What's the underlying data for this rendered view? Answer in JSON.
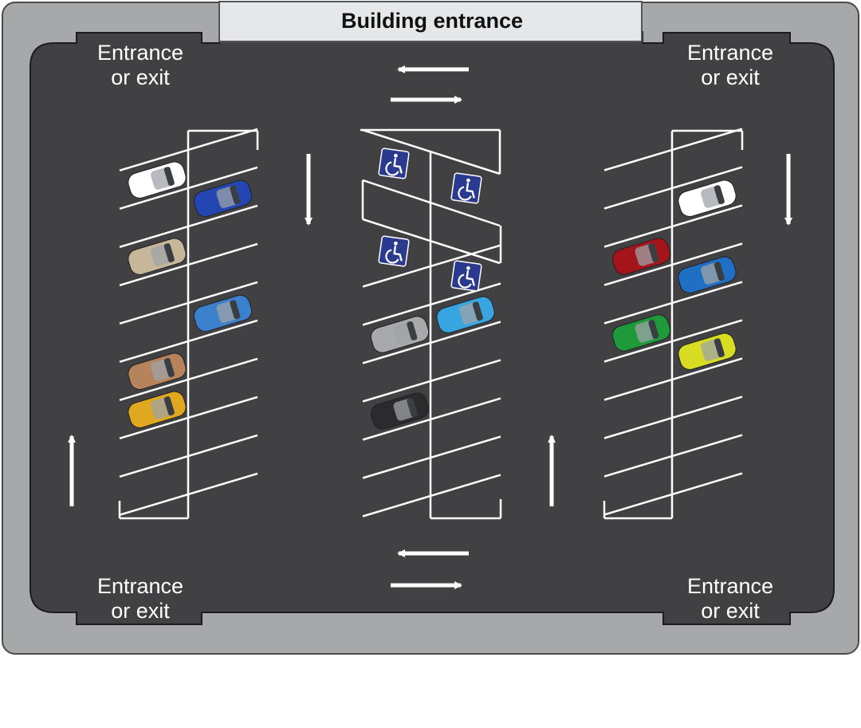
{
  "building_label": "Building entrance",
  "exits": {
    "top_left": {
      "line1": "Entrance",
      "line2": "or exit"
    },
    "top_right": {
      "line1": "Entrance",
      "line2": "or exit"
    },
    "bottom_left": {
      "line1": "Entrance",
      "line2": "or exit"
    },
    "bottom_right": {
      "line1": "Entrance",
      "line2": "or exit"
    }
  },
  "colors": {
    "outer_border": "#a7a8aa",
    "asphalt": "#414143",
    "building_fill": "#e6e7e8",
    "line_paint": "#ffffff",
    "accessible_sign": "#2a3a8e"
  },
  "icons": [
    "arrow-left-icon",
    "arrow-right-icon",
    "arrow-down-icon",
    "arrow-up-icon",
    "wheelchair-icon",
    "car-icon"
  ],
  "cars": {
    "left_row": [
      {
        "color": "#ffffff",
        "spot": 1,
        "side": "left"
      },
      {
        "color": "#c7b79a",
        "spot": 3,
        "side": "left"
      },
      {
        "color": "#2346b3",
        "spot": 2,
        "side": "right"
      },
      {
        "color": "#3b80cc",
        "spot": 5,
        "side": "right"
      },
      {
        "color": "#b7835b",
        "spot": 6,
        "side": "left"
      },
      {
        "color": "#e0a81e",
        "spot": 7,
        "side": "left"
      }
    ],
    "middle_row": [
      {
        "color": "#a8a9ab",
        "spot": 5,
        "side": "left"
      },
      {
        "color": "#37a5df",
        "spot": 5,
        "side": "right"
      },
      {
        "color": "#2b2b2d",
        "spot": 7,
        "side": "left"
      }
    ],
    "right_row": [
      {
        "color": "#ffffff",
        "spot": 2,
        "side": "right"
      },
      {
        "color": "#a4141b",
        "spot": 3,
        "side": "left"
      },
      {
        "color": "#1f6fc4",
        "spot": 4,
        "side": "right"
      },
      {
        "color": "#1f9a3a",
        "spot": 5,
        "side": "left"
      },
      {
        "color": "#d8dc23",
        "spot": 6,
        "side": "right"
      }
    ]
  }
}
